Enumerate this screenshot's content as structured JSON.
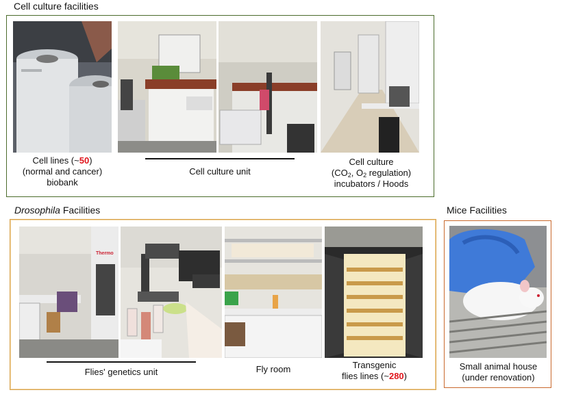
{
  "cell": {
    "title": "Cell culture facilities",
    "cap1_a": "Cell lines (~",
    "cap1_num": "50",
    "cap1_b": ")",
    "cap1_line2": "(normal and cancer)",
    "cap1_line3": "biobank",
    "cap2": "Cell culture unit",
    "cap3_line1": "Cell culture",
    "cap3_co": "(CO",
    "cap3_sub1": "2",
    "cap3_mid": ", O",
    "cap3_sub2": "2",
    "cap3_end": " regulation)",
    "cap3_line3": "incubators / Hoods"
  },
  "dros": {
    "title_em": "Drosophila",
    "title_rest": " Facilities",
    "sign": "Thermo",
    "cap1": "Flies' genetics unit",
    "cap2": "Fly room",
    "cap3_line1": "Transgenic",
    "cap3_a": "flies lines (~",
    "cap3_num": "280",
    "cap3_b": ")"
  },
  "mice": {
    "title": "Mice Facilities",
    "cap_line1": "Small animal house",
    "cap_line2": "(under renovation)"
  }
}
